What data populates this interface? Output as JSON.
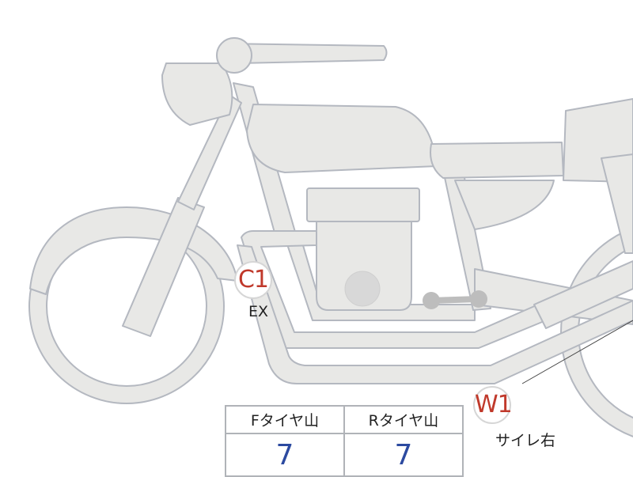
{
  "markers": [
    {
      "id": "C1",
      "label": "EX"
    },
    {
      "id": "W1",
      "label": "サイレ右"
    }
  ],
  "table": {
    "headers": [
      "Fタイヤ山",
      "Rタイヤ山"
    ],
    "values": [
      "7",
      "7"
    ]
  },
  "colors": {
    "part_fill": "#e8e8e6",
    "part_stroke": "#b4b8c0",
    "marker_text": "#c0392b",
    "value_text": "#2c4aa0"
  }
}
